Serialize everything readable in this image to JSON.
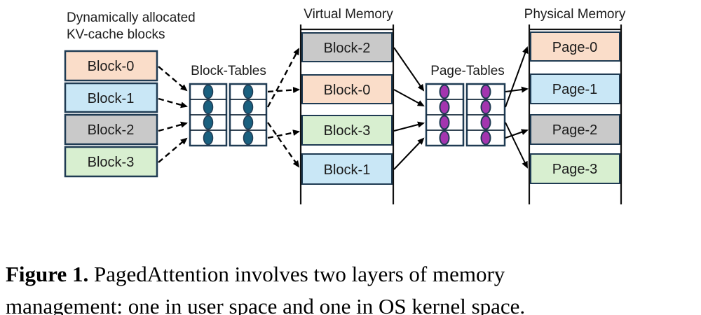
{
  "figure": {
    "kv_label": {
      "line1": "Dynamically allocated",
      "line2": "KV-cache blocks"
    },
    "kv_blocks": [
      {
        "label": "Block-0",
        "color": "#FADDC9"
      },
      {
        "label": "Block-1",
        "color": "#C9E7F6"
      },
      {
        "label": "Block-2",
        "color": "#C9C9C9"
      },
      {
        "label": "Block-3",
        "color": "#D8EFD0"
      }
    ],
    "block_tables": {
      "title": "Block-Tables",
      "dot_color": "#1A607F",
      "rows": 4,
      "cols": 2
    },
    "virtual_memory": {
      "title": "Virtual Memory",
      "blocks": [
        {
          "label": "Block-2",
          "color": "#C9C9C9"
        },
        {
          "label": "Block-0",
          "color": "#FADDC9"
        },
        {
          "label": "Block-3",
          "color": "#D8EFD0"
        },
        {
          "label": "Block-1",
          "color": "#C9E7F6"
        }
      ]
    },
    "page_tables": {
      "title": "Page-Tables",
      "dot_color": "#A335AF",
      "rows": 4,
      "cols": 2
    },
    "physical_memory": {
      "title": "Physical Memory",
      "pages": [
        {
          "label": "Page-0",
          "color": "#FADDC9"
        },
        {
          "label": "Page-1",
          "color": "#C9E7F6"
        },
        {
          "label": "Page-2",
          "color": "#C9C9C9"
        },
        {
          "label": "Page-3",
          "color": "#D8EFD0"
        }
      ]
    },
    "colors": {
      "border": "#1F3B53",
      "rail": "#111111",
      "arrow": "#000000"
    }
  },
  "caption": {
    "label": "Figure 1.",
    "line1": "PagedAttention involves two layers of memory",
    "line2": "management: one in user space and one in OS kernel space."
  }
}
